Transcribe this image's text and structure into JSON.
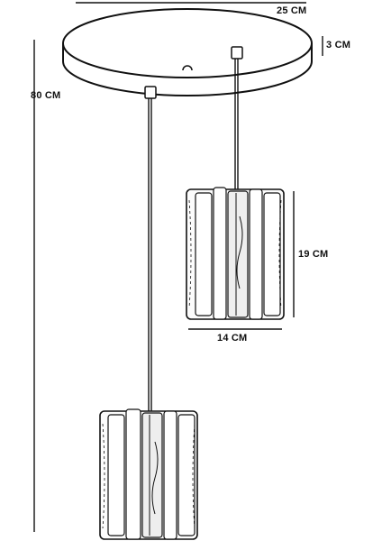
{
  "dimensions": {
    "canopy_width": "25 CM",
    "canopy_height": "3 CM",
    "total_drop": "80 CM",
    "shade_height": "19 CM",
    "shade_width": "14 CM"
  },
  "colors": {
    "line": "#111111",
    "background": "#ffffff"
  }
}
